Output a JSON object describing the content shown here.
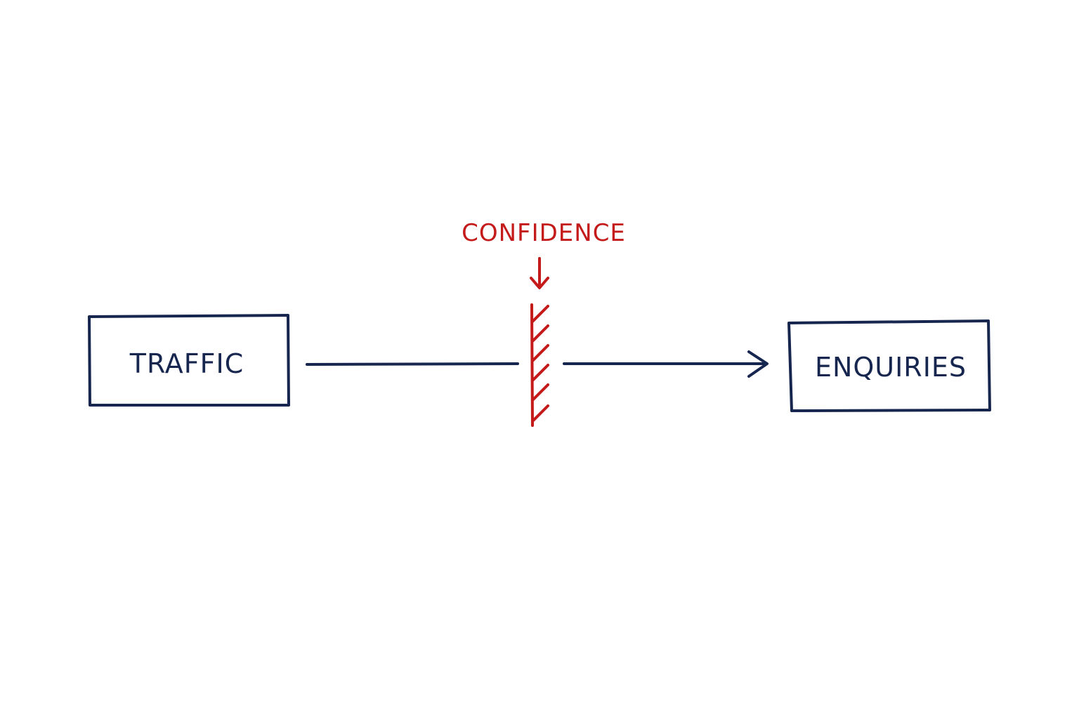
{
  "diagram": {
    "source_node": {
      "label": "TRAFFIC"
    },
    "target_node": {
      "label": "ENQUIRIES"
    },
    "barrier": {
      "label": "CONFIDENCE"
    }
  },
  "colors": {
    "node_stroke": "#17264f",
    "node_text": "#17264f",
    "barrier": "#c41a1a",
    "background": "#ffffff"
  },
  "icons": {
    "flow_arrow": "arrow-right-icon",
    "barrier_pointer": "arrow-down-icon",
    "barrier": "hatched-barrier-icon"
  }
}
